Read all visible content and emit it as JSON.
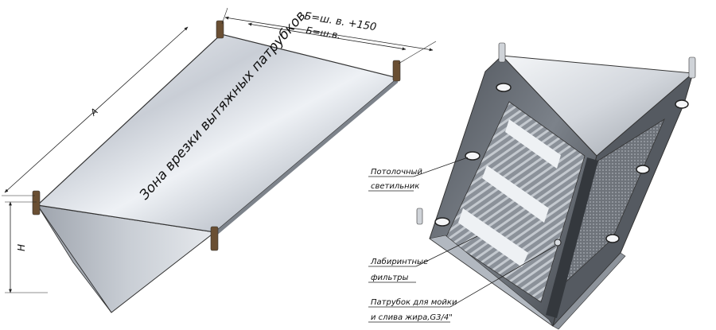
{
  "left_view": {
    "dim_outer": "Б=ш. в. +150",
    "dim_inner": "Б=ш.в.",
    "dim_length": "А",
    "dim_height": "Н",
    "zone_label": "Зона врезки вытяжных патрубков"
  },
  "right_view": {
    "callouts": [
      {
        "line1": "Потолочный",
        "line2": "светильник"
      },
      {
        "line1": "Лабиринтные",
        "line2": "фильтры"
      },
      {
        "line1": "Патрубок для мойки",
        "line2": "и слива жира,G3/4\""
      }
    ]
  },
  "colors": {
    "steel_light": "#e4e8ee",
    "steel_mid": "#b9bfc7",
    "steel_dark": "#5f646b",
    "line": "#222222"
  }
}
